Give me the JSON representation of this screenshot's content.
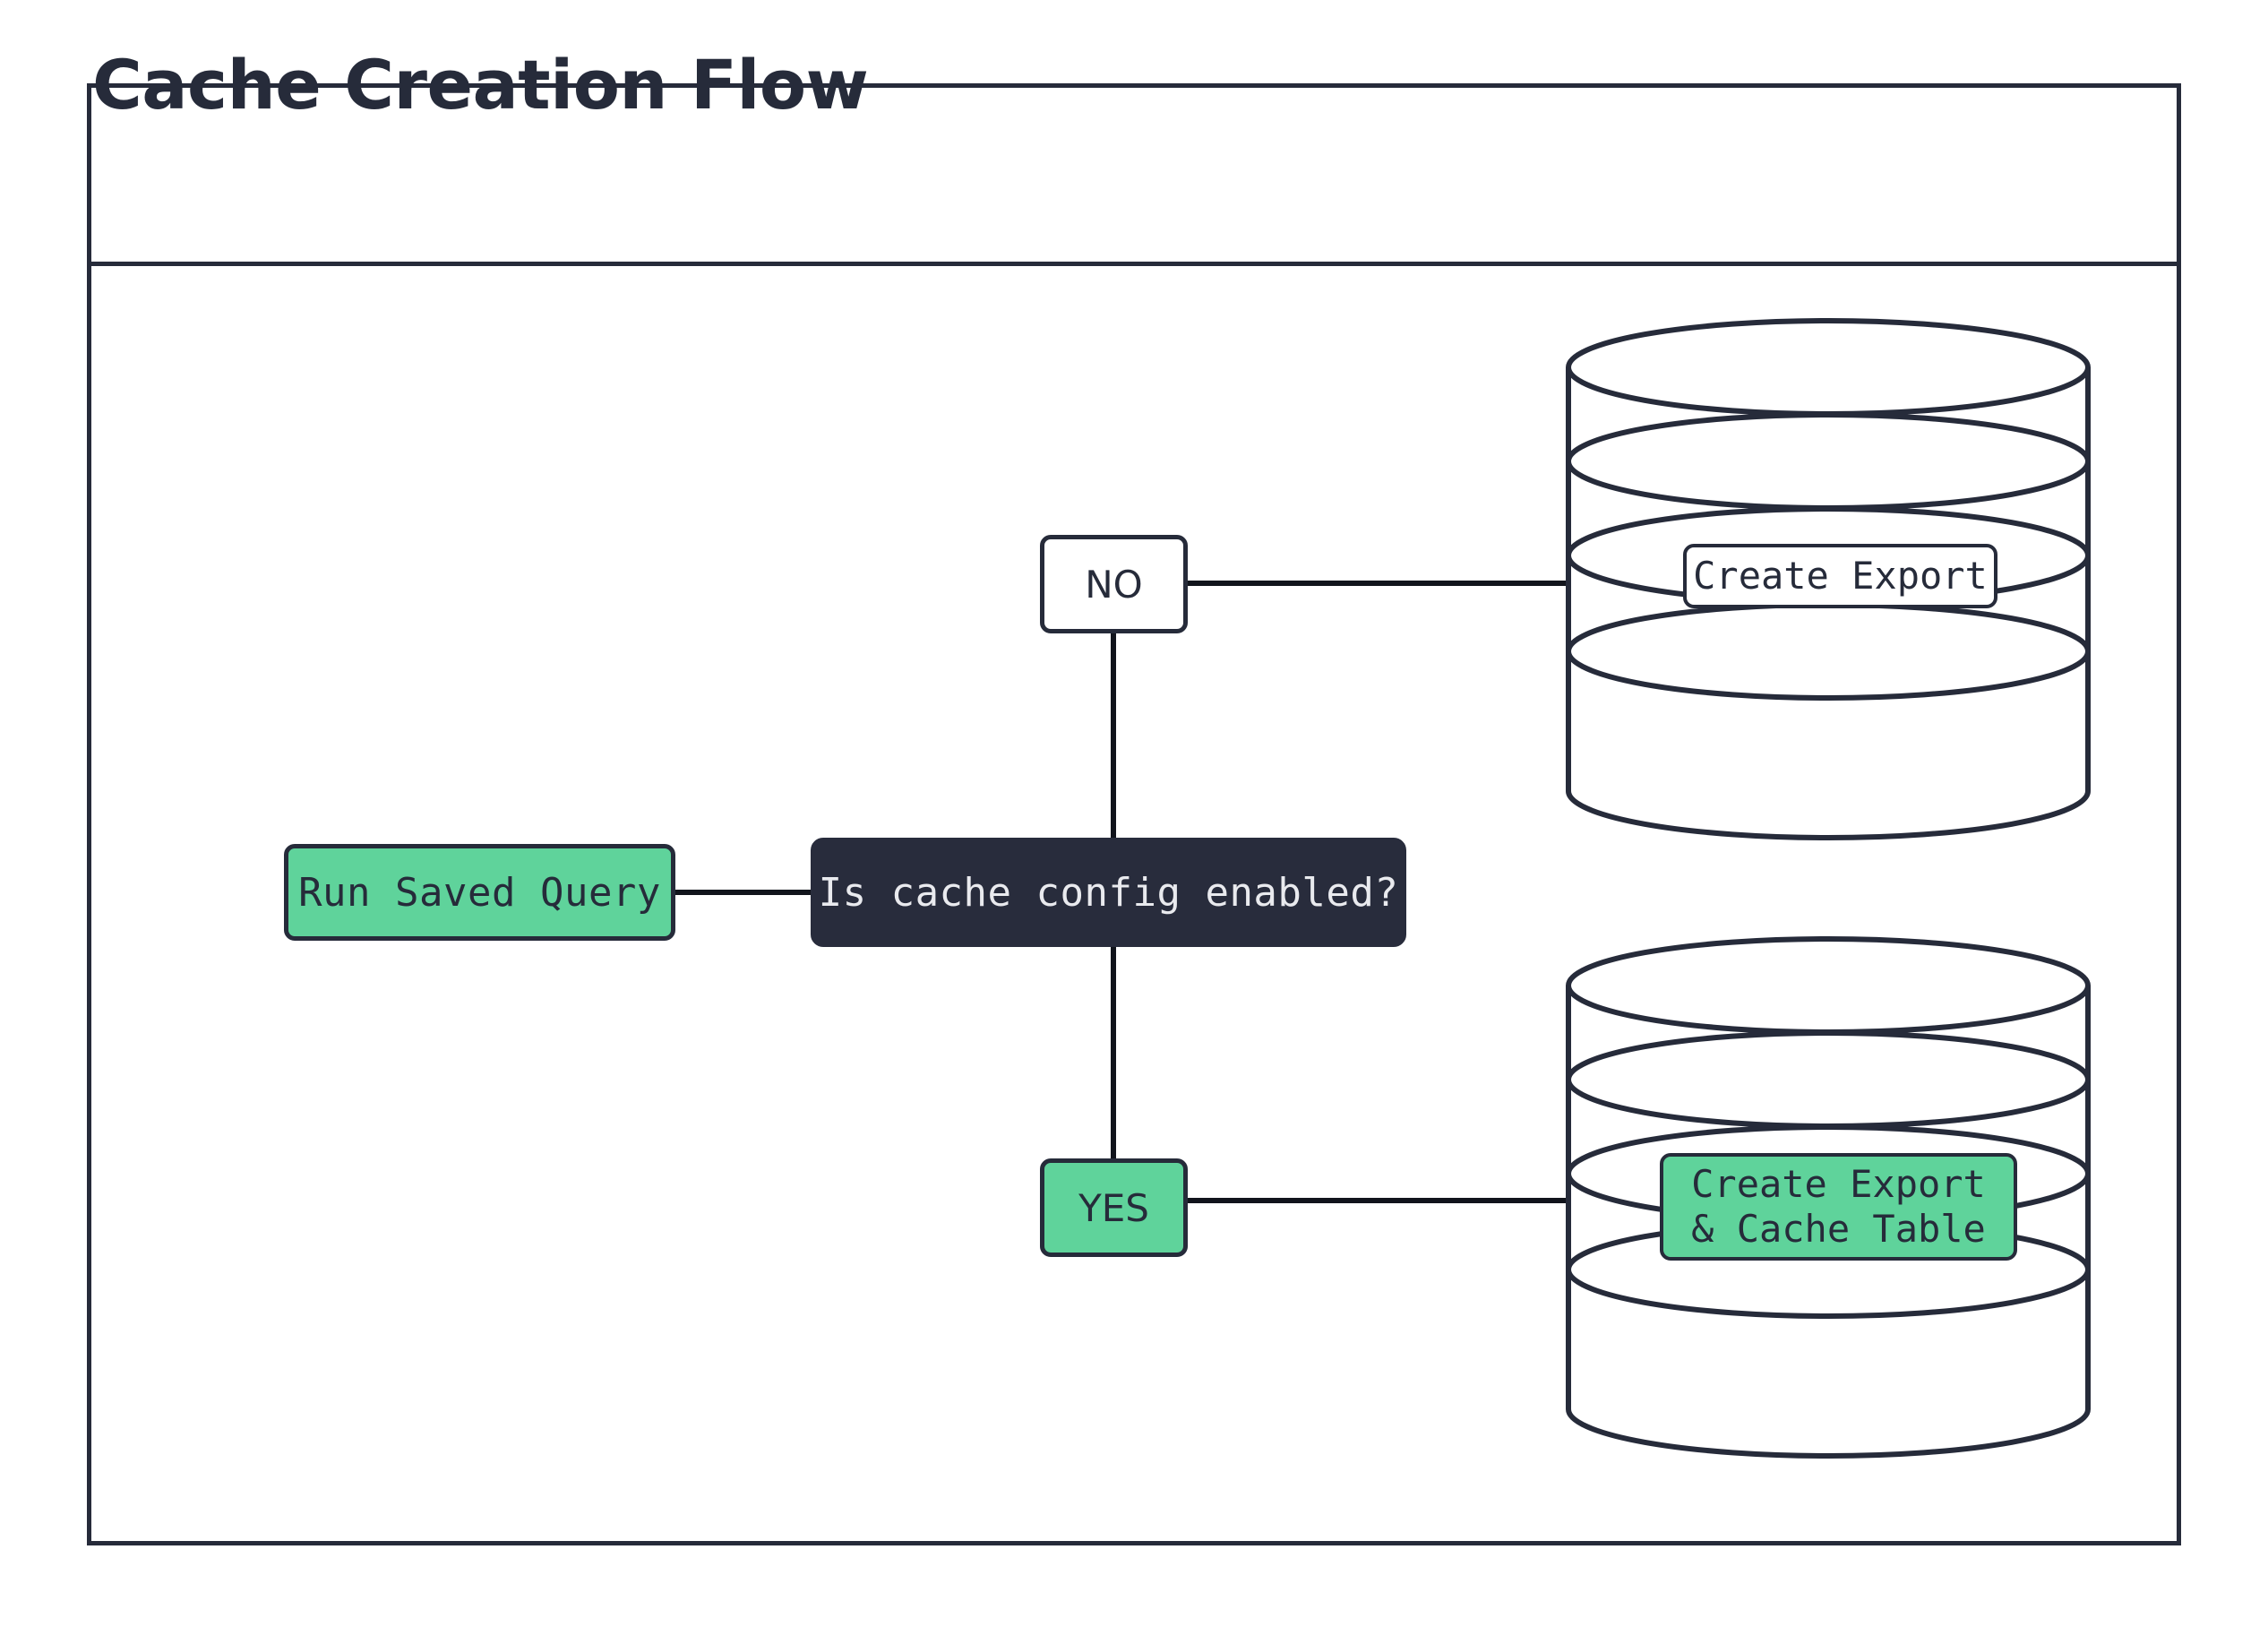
{
  "diagram": {
    "title": "Cache Creation Flow",
    "type": "flowchart",
    "colors": {
      "ink": "#262b3a",
      "dark_fill": "#282c3c",
      "green_fill": "#5fd39b",
      "white_fill": "#ffffff",
      "background": "#ffffff"
    },
    "nodes": [
      {
        "id": "run-saved-query",
        "label": "Run Saved Query",
        "shape": "rounded-rect",
        "fill": "green"
      },
      {
        "id": "decision",
        "label": "Is cache config enabled?",
        "shape": "rounded-rect",
        "fill": "dark"
      },
      {
        "id": "no",
        "label": "NO",
        "shape": "rounded-rect",
        "fill": "white"
      },
      {
        "id": "yes",
        "label": "YES",
        "shape": "rounded-rect",
        "fill": "green"
      },
      {
        "id": "db-top",
        "label": "Create Export",
        "shape": "database-cylinder",
        "fill": "white"
      },
      {
        "id": "db-bottom",
        "label_line1": "Create Export",
        "label_line2": "& Cache Table",
        "shape": "database-cylinder",
        "fill": "green"
      }
    ],
    "edges": [
      {
        "from": "run-saved-query",
        "to": "decision",
        "label": ""
      },
      {
        "from": "decision",
        "to": "no",
        "label": "NO"
      },
      {
        "from": "no",
        "to": "db-top",
        "label": ""
      },
      {
        "from": "decision",
        "to": "yes",
        "label": "YES"
      },
      {
        "from": "yes",
        "to": "db-bottom",
        "label": ""
      }
    ]
  }
}
